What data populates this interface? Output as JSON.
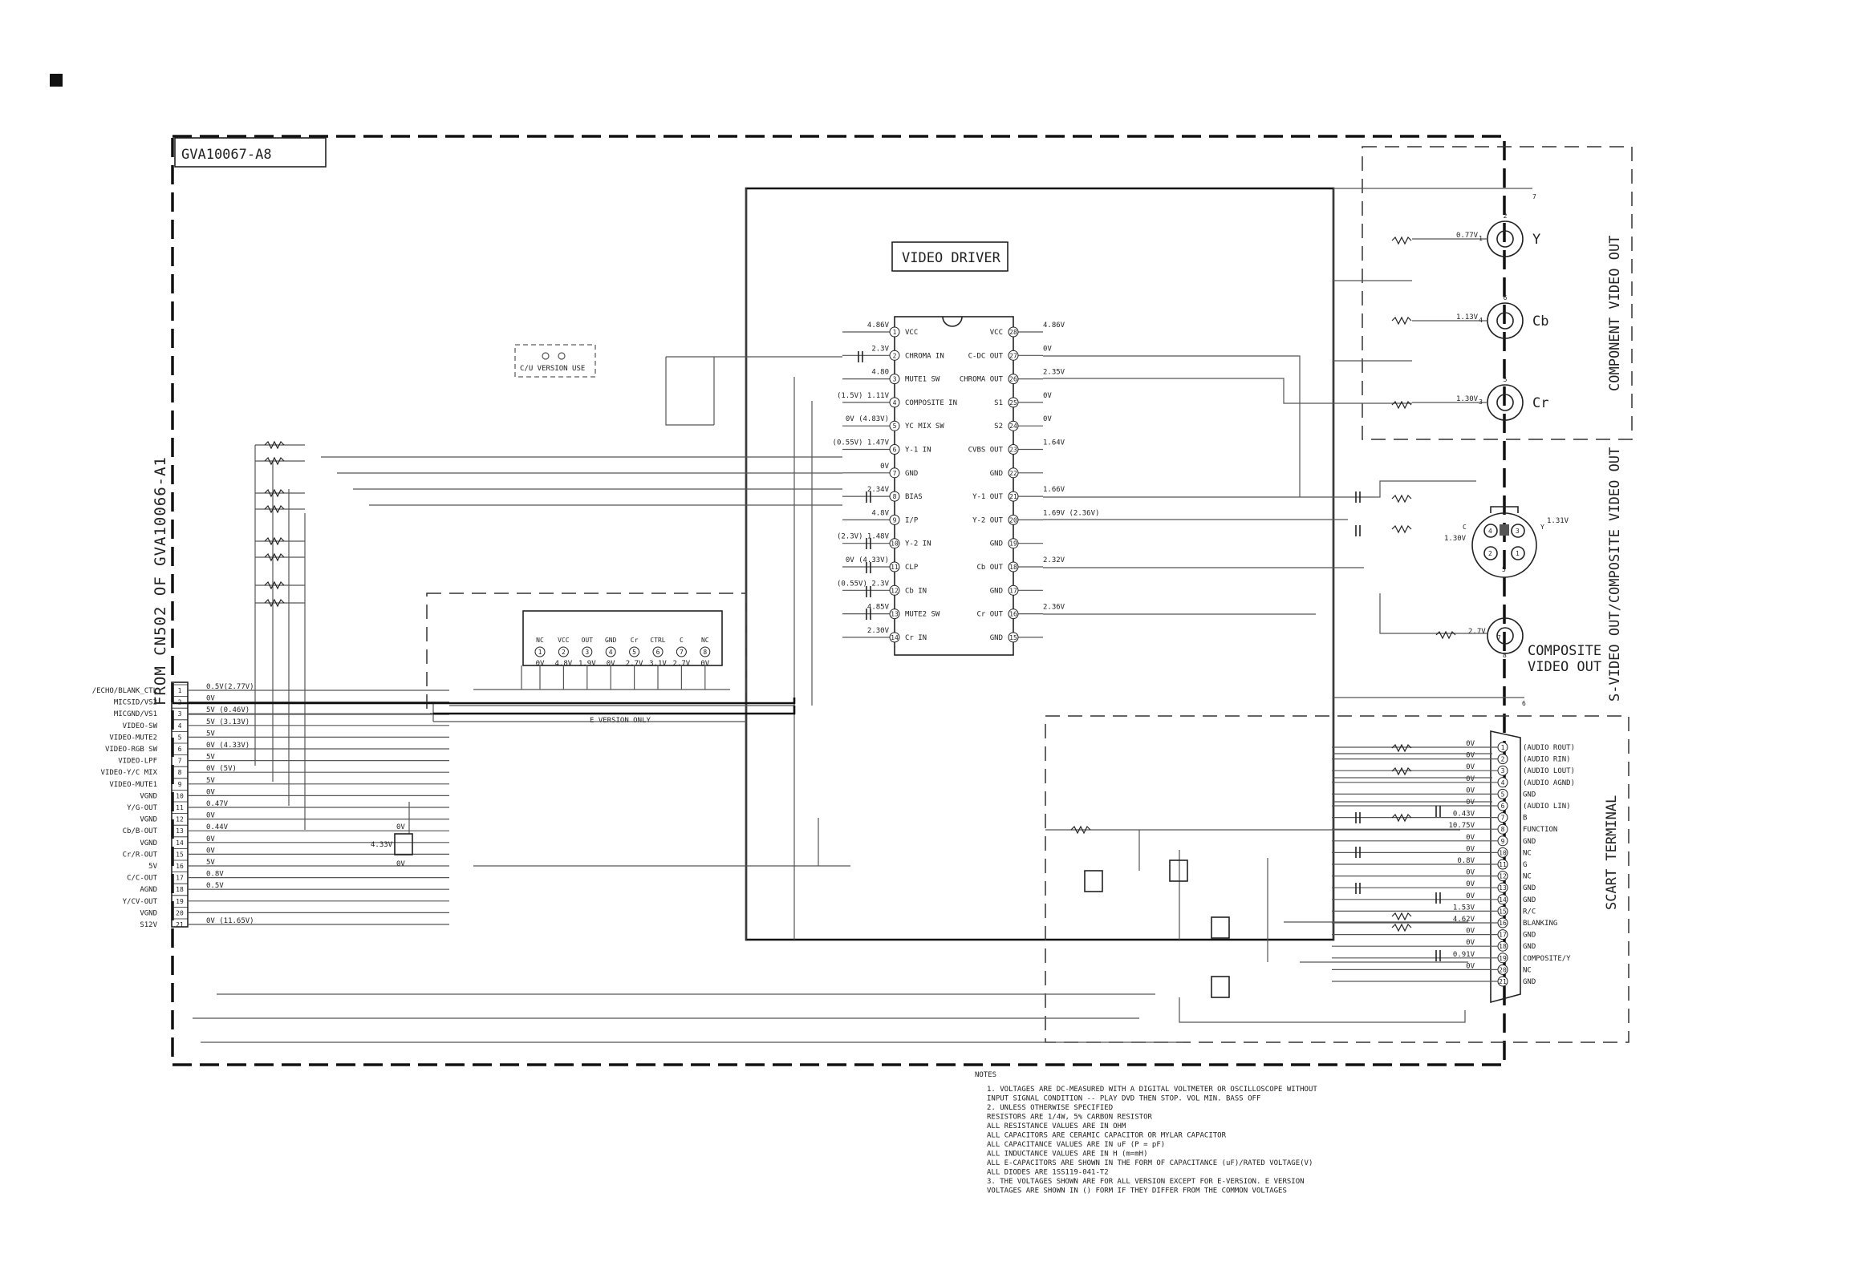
{
  "board_id": "GVA10067-A8",
  "from_label": "FROM CN502 OF GVA10066-A1",
  "ic": {
    "title": "VIDEO DRIVER",
    "left_pins": [
      {
        "num": "1",
        "name": "VCC",
        "voltage": "4.86V"
      },
      {
        "num": "2",
        "name": "CHROMA IN",
        "voltage": "2.3V"
      },
      {
        "num": "3",
        "name": "MUTE1 SW",
        "voltage": "4.80"
      },
      {
        "num": "4",
        "name": "COMPOSITE IN",
        "voltage": "(1.5V) 1.11V"
      },
      {
        "num": "5",
        "name": "YC MIX SW",
        "voltage": "0V (4.83V)"
      },
      {
        "num": "6",
        "name": "Y-1 IN",
        "voltage": "(0.55V) 1.47V"
      },
      {
        "num": "7",
        "name": "GND",
        "voltage": "0V"
      },
      {
        "num": "8",
        "name": "BIAS",
        "voltage": "2.34V"
      },
      {
        "num": "9",
        "name": "I/P",
        "voltage": "4.8V"
      },
      {
        "num": "10",
        "name": "Y-2 IN",
        "voltage": "(2.3V) 1.48V"
      },
      {
        "num": "11",
        "name": "CLP",
        "voltage": "0V (4.33V)"
      },
      {
        "num": "12",
        "name": "Cb IN",
        "voltage": "(0.55V) 2.3V"
      },
      {
        "num": "13",
        "name": "MUTE2 SW",
        "voltage": "4.85V"
      },
      {
        "num": "14",
        "name": "Cr IN",
        "voltage": "2.30V"
      }
    ],
    "right_pins": [
      {
        "num": "28",
        "name": "VCC",
        "voltage": "4.86V"
      },
      {
        "num": "27",
        "name": "C-DC OUT",
        "voltage": "0V"
      },
      {
        "num": "26",
        "name": "CHROMA OUT",
        "voltage": "2.35V"
      },
      {
        "num": "25",
        "name": "S1",
        "voltage": "0V"
      },
      {
        "num": "24",
        "name": "S2",
        "voltage": "0V"
      },
      {
        "num": "23",
        "name": "CVBS OUT",
        "voltage": "1.64V"
      },
      {
        "num": "22",
        "name": "GND",
        "voltage": ""
      },
      {
        "num": "21",
        "name": "Y-1 OUT",
        "voltage": "1.66V"
      },
      {
        "num": "20",
        "name": "Y-2 OUT",
        "voltage": "1.69V (2.36V)"
      },
      {
        "num": "19",
        "name": "GND",
        "voltage": ""
      },
      {
        "num": "18",
        "name": "Cb OUT",
        "voltage": "2.32V"
      },
      {
        "num": "17",
        "name": "GND",
        "voltage": ""
      },
      {
        "num": "16",
        "name": "Cr OUT",
        "voltage": "2.36V"
      },
      {
        "num": "15",
        "name": "GND",
        "voltage": ""
      }
    ]
  },
  "cu_version_label": "C/U VERSION USE",
  "e_version_label": "E VERSION ONLY",
  "e_module": {
    "pins": [
      {
        "num": "1",
        "name": "NC",
        "voltage": "0V"
      },
      {
        "num": "2",
        "name": "VCC",
        "voltage": "4.8V"
      },
      {
        "num": "3",
        "name": "OUT",
        "voltage": "1.9V"
      },
      {
        "num": "4",
        "name": "GND",
        "voltage": "0V"
      },
      {
        "num": "5",
        "name": "Cr",
        "voltage": "2.7V"
      },
      {
        "num": "6",
        "name": "CTRL",
        "voltage": "3.1V"
      },
      {
        "num": "7",
        "name": "C",
        "voltage": "2.7V"
      },
      {
        "num": "8",
        "name": "NC",
        "voltage": "0V"
      }
    ]
  },
  "connector": {
    "pins": [
      {
        "num": "1",
        "name": "/ECHO/BLANK_CTL",
        "voltage": "0.5V(2.77V)"
      },
      {
        "num": "2",
        "name": "MICSID/VS2",
        "voltage": "0V"
      },
      {
        "num": "3",
        "name": "MICGND/VS1",
        "voltage": "5V (0.46V)"
      },
      {
        "num": "4",
        "name": "VIDEO-SW",
        "voltage": "5V (3.13V)"
      },
      {
        "num": "5",
        "name": "VIDEO-MUTE2",
        "voltage": "5V"
      },
      {
        "num": "6",
        "name": "VIDEO-RGB SW",
        "voltage": "0V (4.33V)"
      },
      {
        "num": "7",
        "name": "VIDEO-LPF",
        "voltage": "5V"
      },
      {
        "num": "8",
        "name": "VIDEO-Y/C MIX",
        "voltage": "0V (5V)"
      },
      {
        "num": "9",
        "name": "VIDEO-MUTE1",
        "voltage": "5V"
      },
      {
        "num": "10",
        "name": "VGND",
        "voltage": "0V"
      },
      {
        "num": "11",
        "name": "Y/G-OUT",
        "voltage": "0.47V"
      },
      {
        "num": "12",
        "name": "VGND",
        "voltage": "0V"
      },
      {
        "num": "13",
        "name": "Cb/B-OUT",
        "voltage": "0.44V"
      },
      {
        "num": "14",
        "name": "VGND",
        "voltage": "0V"
      },
      {
        "num": "15",
        "name": "Cr/R-OUT",
        "voltage": "0V"
      },
      {
        "num": "16",
        "name": "5V",
        "voltage": "5V"
      },
      {
        "num": "17",
        "name": "C/C-OUT",
        "voltage": "0.8V"
      },
      {
        "num": "18",
        "name": "AGND",
        "voltage": "0.5V"
      },
      {
        "num": "19",
        "name": "Y/CV-OUT",
        "voltage": ""
      },
      {
        "num": "20",
        "name": "VGND",
        "voltage": ""
      },
      {
        "num": "21",
        "name": "S12V",
        "voltage": "0V (11.65V)"
      }
    ]
  },
  "component_out": {
    "title": "COMPONENT VIDEO OUT",
    "jacks": [
      {
        "name": "Y",
        "voltage": "0.77V",
        "pins": [
          "2",
          "1"
        ]
      },
      {
        "name": "Cb",
        "voltage": "1.13V",
        "pins": [
          "6",
          "4"
        ]
      },
      {
        "name": "Cr",
        "voltage": "1.30V",
        "pins": [
          "5",
          "3"
        ]
      }
    ],
    "ground_pin": "7"
  },
  "svideo": {
    "title": "S-VIDEO OUT/COMPOSITE VIDEO OUT",
    "voltage_c": "1.30V",
    "voltage_y": "1.31V",
    "pin_c": "C",
    "pin_y": "Y",
    "din_pins": [
      "4",
      "3",
      "2",
      "1"
    ],
    "ground_pin": "5"
  },
  "composite": {
    "title_line1": "COMPOSITE",
    "title_line2": "VIDEO OUT",
    "voltage": "2.7V",
    "pins": [
      "7",
      "8"
    ],
    "ground_pin": "6"
  },
  "scart": {
    "title": "SCART TERMINAL",
    "pins": [
      {
        "num": "1",
        "name": "(AUDIO ROUT)",
        "voltage": "0V"
      },
      {
        "num": "2",
        "name": "(AUDIO RIN)",
        "voltage": "0V"
      },
      {
        "num": "3",
        "name": "(AUDIO LOUT)",
        "voltage": "0V"
      },
      {
        "num": "4",
        "name": "(AUDIO AGND)",
        "voltage": "0V"
      },
      {
        "num": "5",
        "name": "GND",
        "voltage": "0V"
      },
      {
        "num": "6",
        "name": "(AUDIO LIN)",
        "voltage": "0V"
      },
      {
        "num": "7",
        "name": "B",
        "voltage": "0.43V"
      },
      {
        "num": "8",
        "name": "FUNCTION",
        "voltage": "10.75V"
      },
      {
        "num": "9",
        "name": "GND",
        "voltage": "0V"
      },
      {
        "num": "10",
        "name": "NC",
        "voltage": "0V"
      },
      {
        "num": "11",
        "name": "G",
        "voltage": "0.8V"
      },
      {
        "num": "12",
        "name": "NC",
        "voltage": "0V"
      },
      {
        "num": "13",
        "name": "GND",
        "voltage": "0V"
      },
      {
        "num": "14",
        "name": "GND",
        "voltage": "0V"
      },
      {
        "num": "15",
        "name": "R/C",
        "voltage": "1.53V"
      },
      {
        "num": "16",
        "name": "BLANKING",
        "voltage": "4.62V"
      },
      {
        "num": "17",
        "name": "GND",
        "voltage": "0V"
      },
      {
        "num": "18",
        "name": "GND",
        "voltage": "0V"
      },
      {
        "num": "19",
        "name": "COMPOSITE/Y",
        "voltage": "0.91V"
      },
      {
        "num": "20",
        "name": "NC",
        "voltage": "0V"
      },
      {
        "num": "21",
        "name": "GND",
        "voltage": ""
      }
    ]
  },
  "transistor_labels": {
    "t1_top": "0V",
    "t1_left": "4.33V",
    "t1_bottom": "0V"
  },
  "notes": {
    "title": "NOTES",
    "lines": [
      "1. VOLTAGES ARE DC-MEASURED WITH A DIGITAL VOLTMETER OR OSCILLOSCOPE WITHOUT",
      "   INPUT SIGNAL CONDITION -- PLAY DVD THEN STOP. VOL MIN. BASS OFF",
      "2. UNLESS OTHERWISE SPECIFIED",
      "   RESISTORS ARE 1/4W, 5% CARBON RESISTOR",
      "   ALL RESISTANCE VALUES ARE IN OHM",
      "   ALL CAPACITORS ARE CERAMIC CAPACITOR OR MYLAR CAPACITOR",
      "   ALL CAPACITANCE VALUES ARE IN uF (P = pF)",
      "   ALL INDUCTANCE VALUES ARE IN H (m=mH)",
      "   ALL E-CAPACITORS ARE SHOWN IN THE FORM OF CAPACITANCE (uF)/RATED VOLTAGE(V)",
      "   ALL DIODES ARE 1SS119-041-T2",
      "3. THE VOLTAGES SHOWN ARE FOR ALL VERSION EXCEPT FOR E-VERSION. E VERSION",
      "   VOLTAGES ARE SHOWN IN () FORM IF THEY DIFFER FROM THE COMMON VOLTAGES"
    ]
  }
}
